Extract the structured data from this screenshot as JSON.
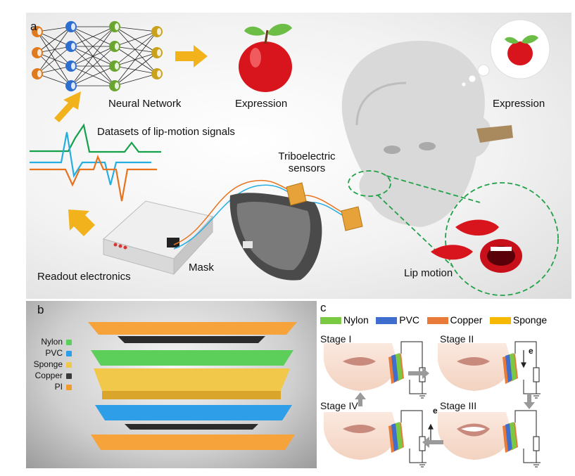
{
  "panel_a": {
    "letter": "a",
    "neural_network_label": "Neural Network",
    "expression_label_1": "Expression",
    "expression_label_2": "Expression",
    "datasets_label": "Datasets of lip-motion signals",
    "sensors_label_line1": "Triboelectric",
    "sensors_label_line2": "sensors",
    "mask_label": "Mask",
    "readout_label": "Readout electronics",
    "lip_motion_label": "Lip motion"
  },
  "panel_b": {
    "letter": "b",
    "legend": [
      {
        "label": "Nylon",
        "color": "#5ccf5a"
      },
      {
        "label": "PVC",
        "color": "#2f9ee8"
      },
      {
        "label": "Sponge",
        "color": "#f2c84a"
      },
      {
        "label": "Copper",
        "color": "#3a3a3a"
      },
      {
        "label": "PI",
        "color": "#f39b2f"
      }
    ]
  },
  "panel_c": {
    "letter": "c",
    "legend": [
      {
        "label": "Nylon",
        "color": "#7ac943"
      },
      {
        "label": "PVC",
        "color": "#3f6fce"
      },
      {
        "label": "Copper",
        "color": "#e87a3a"
      },
      {
        "label": "Sponge",
        "color": "#f6b800"
      }
    ],
    "stage_1": "Stage I",
    "stage_2": "Stage II",
    "stage_3": "Stage III",
    "stage_4": "Stage IV",
    "electron_label_1": "e",
    "electron_label_2": "e"
  }
}
